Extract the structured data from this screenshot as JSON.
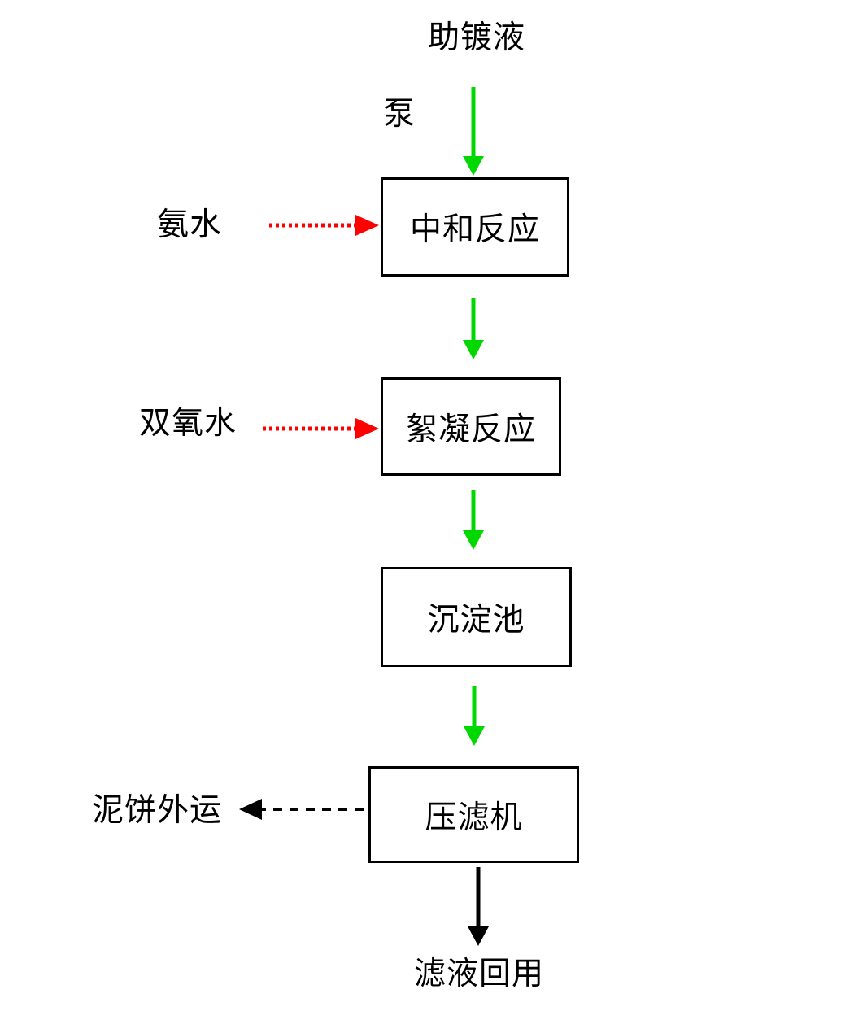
{
  "diagram": {
    "source_label": "助镀液",
    "pump_label": "泵",
    "nodes": [
      {
        "label": "中和反应"
      },
      {
        "label": "絮凝反应"
      },
      {
        "label": "沉淀池"
      },
      {
        "label": "压滤机"
      }
    ],
    "dosing_inputs": [
      {
        "label": "氨水"
      },
      {
        "label": "双氧水"
      }
    ],
    "outputs": [
      {
        "label": "泥饼外运"
      },
      {
        "label": "滤液回用"
      }
    ],
    "colors": {
      "flow_arrow_green": "#00d800",
      "dosing_arrow_red": "#ff0000",
      "output_arrow_black": "#000000",
      "box_border": "#000000",
      "background": "#ffffff"
    }
  }
}
